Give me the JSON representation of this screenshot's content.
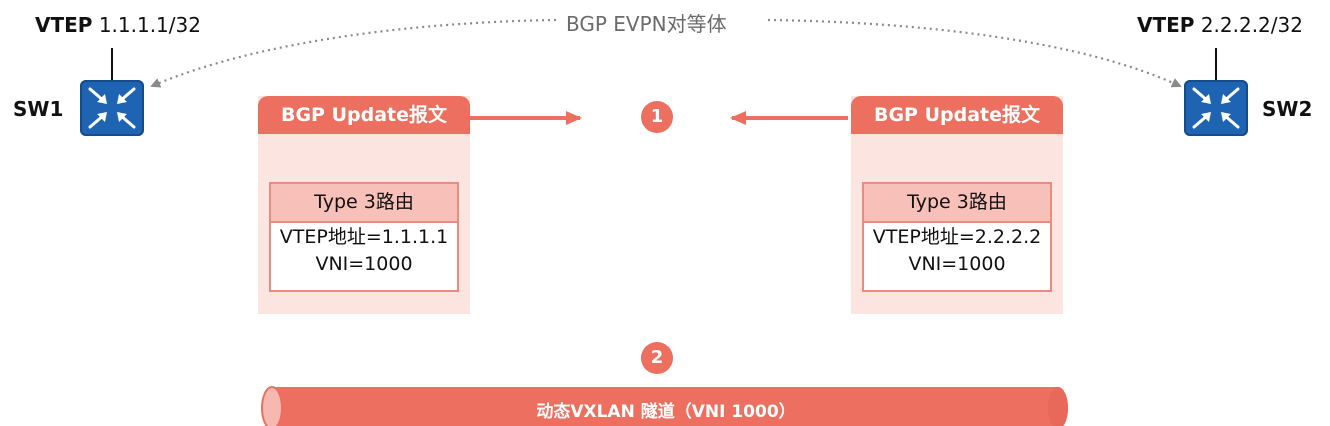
{
  "peer_label": "BGP EVPN对等体",
  "colors": {
    "accent": "#ec6f5f",
    "panel_bg": "#fce4e1",
    "route_header": "#f7c0b9",
    "switch_blue": "#1f63b3",
    "peer_line": "#8a8a8a"
  },
  "left_switch": {
    "vtep_key": "VTEP",
    "vtep_ip": "1.1.1.1/32",
    "name": "SW1",
    "icon": "switch-icon"
  },
  "right_switch": {
    "vtep_key": "VTEP",
    "vtep_ip": "2.2.2.2/32",
    "name": "SW2",
    "icon": "switch-icon"
  },
  "left_update": {
    "header": "BGP Update报文",
    "route_title": "Type 3路由",
    "vtep_line": "VTEP地址=1.1.1.1",
    "vni_line": "VNI=1000"
  },
  "right_update": {
    "header": "BGP Update报文",
    "route_title": "Type 3路由",
    "vtep_line": "VTEP地址=2.2.2.2",
    "vni_line": "VNI=1000"
  },
  "steps": {
    "step1": "1",
    "step2": "2"
  },
  "tunnel": {
    "label": "动态VXLAN 隧道（VNI 1000）"
  }
}
